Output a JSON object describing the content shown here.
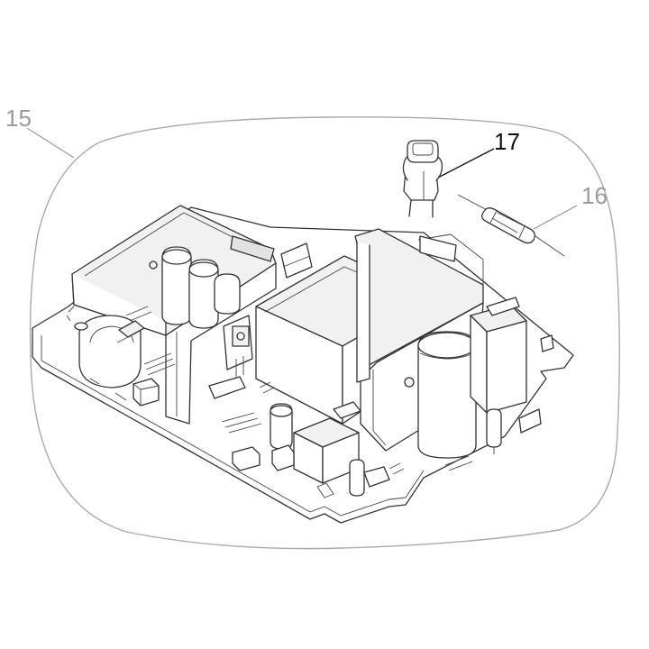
{
  "callouts": {
    "assembly": {
      "label": "15",
      "color": "#9a9a9a"
    },
    "fuse": {
      "label": "16",
      "color": "#9a9a9a"
    },
    "fuse_holder": {
      "label": "17",
      "color": "#111111"
    }
  },
  "colors": {
    "outline": "#333333",
    "frame": "#aaaaaa",
    "leader_gray": "#9a9a9a"
  }
}
